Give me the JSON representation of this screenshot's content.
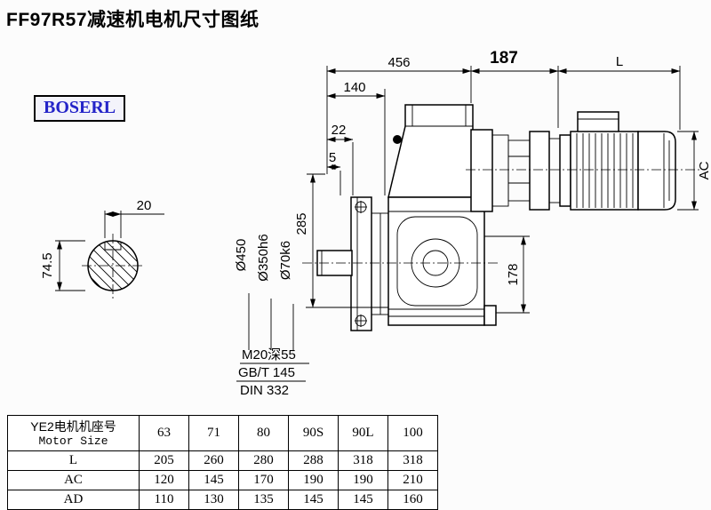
{
  "title": "FF97R57减速机电机尺寸图纸",
  "brand": "BOSERL",
  "drawing": {
    "dim_456": "456",
    "dim_187": "187",
    "dim_L": "L",
    "dim_140": "140",
    "dim_22": "22",
    "dim_5": "5",
    "dim_285": "285",
    "dim_178": "178",
    "dim_AC": "AC",
    "dim_20": "20",
    "dim_74_5": "74.5",
    "dia_450": "Ø450",
    "dia_350": "Ø350h6",
    "dia_70": "Ø70k6",
    "callout_thread": "M20深55",
    "callout_gb": "GB/T 145",
    "callout_din": "DIN 332"
  },
  "table": {
    "header_line1": "YE2电机机座号",
    "header_line2": "Motor Size",
    "columns": [
      "63",
      "71",
      "80",
      "90S",
      "90L",
      "100"
    ],
    "rows": [
      {
        "label": "L",
        "values": [
          "205",
          "260",
          "280",
          "288",
          "318",
          "318"
        ]
      },
      {
        "label": "AC",
        "values": [
          "120",
          "145",
          "170",
          "190",
          "190",
          "210"
        ]
      },
      {
        "label": "AD",
        "values": [
          "110",
          "130",
          "135",
          "145",
          "145",
          "160"
        ]
      }
    ]
  }
}
